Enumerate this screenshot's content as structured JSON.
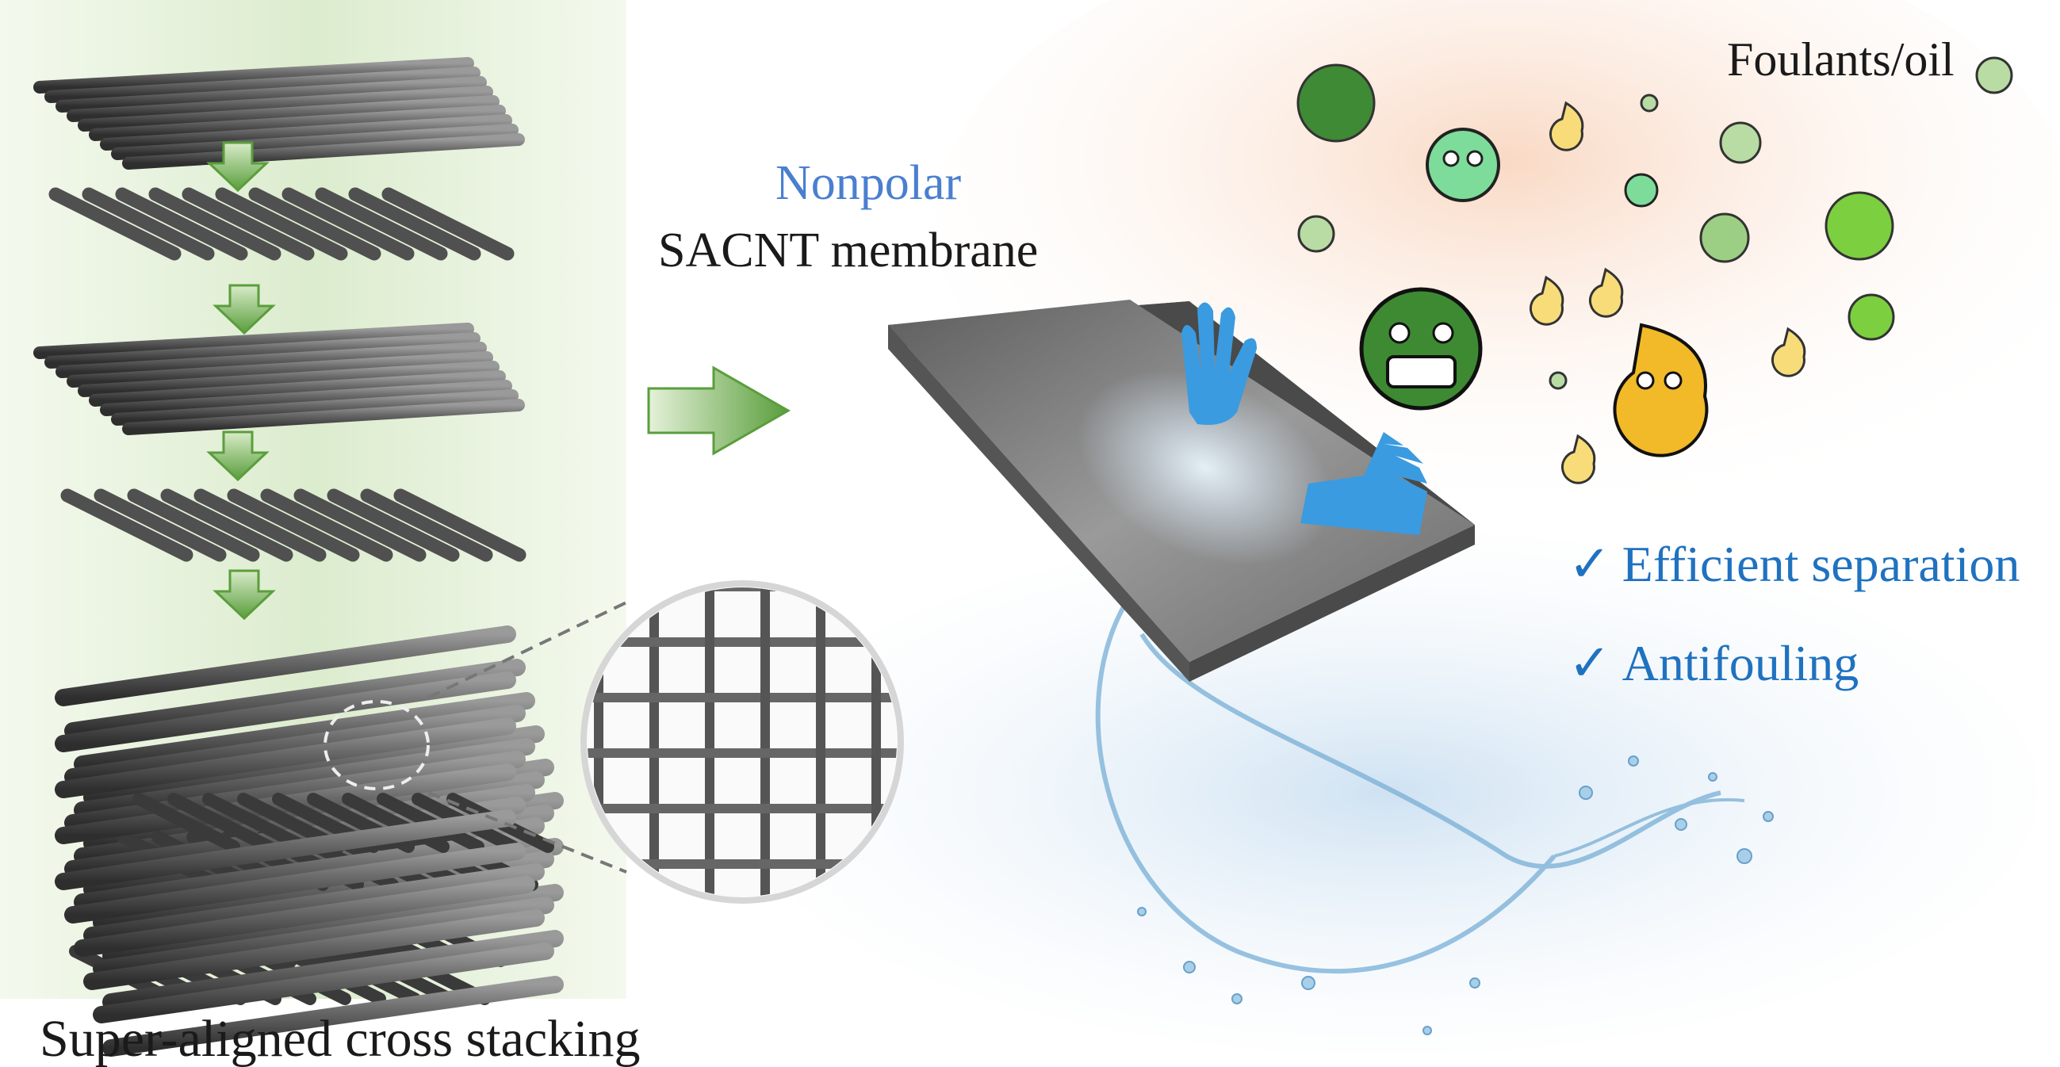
{
  "labels": {
    "caption": "Super-aligned cross stacking",
    "nonpolar": "Nonpolar",
    "membrane": "SACNT membrane",
    "foulants": "Foulants/oil"
  },
  "benefits": [
    {
      "icon": "check-icon",
      "mark": "✓",
      "label": "Efficient separation"
    },
    {
      "icon": "check-icon",
      "mark": "✓",
      "label": "Antifouling"
    }
  ],
  "colors": {
    "accent_blue": "#1f72c0",
    "nonpolar_blue": "#4a7fd0",
    "arrow_green": "#6aa84f",
    "panel_green": "#e3efd6",
    "foulant_bg": "#fbe3d3",
    "water_bg": "#dbe9f5",
    "glove_blue": "#3a9be0"
  }
}
